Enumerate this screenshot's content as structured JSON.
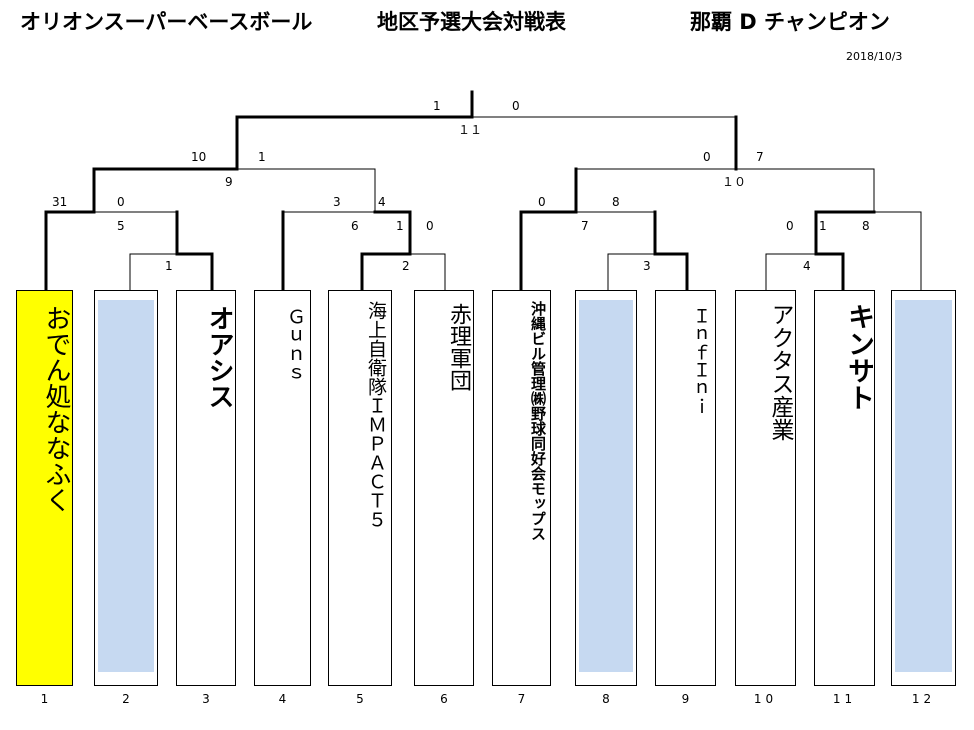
{
  "header": {
    "title": "オリオンスーパーベースボール",
    "subtitle": "地区予選大会対戦表",
    "champion": "那覇 D チャンピオン",
    "date": "2018/10/3"
  },
  "teams": [
    {
      "position": "1",
      "name": "おでん処ななふく",
      "winner": true
    },
    {
      "position": "2",
      "name": "",
      "bye": true
    },
    {
      "position": "3",
      "name": "オアシス"
    },
    {
      "position": "4",
      "name": "Ｇｕｎｓ"
    },
    {
      "position": "5",
      "name": "海上自衛隊ＩＭＰＡＣＴ５"
    },
    {
      "position": "6",
      "name": "赤理軍団"
    },
    {
      "position": "7",
      "name": "沖縄ビル管理㈱野球同好会モップス"
    },
    {
      "position": "8",
      "name": "",
      "bye": true
    },
    {
      "position": "9",
      "name": "ＩｎｆＩｎｉ"
    },
    {
      "position": "10",
      "name": "アクタス産業"
    },
    {
      "position": "11",
      "name": "キンサト"
    },
    {
      "position": "12",
      "name": "",
      "bye": true
    }
  ],
  "scores": {
    "final_left": "1",
    "final_right": "0",
    "final_game": "１１",
    "sf1_left": "10",
    "sf1_right": "1",
    "sf1_game": "9",
    "sf2_left": "0",
    "sf2_right": "7",
    "sf2_game": "１０",
    "qf1_left": "31",
    "qf1_right": "0",
    "qf1_game": "5",
    "r1a_game": "1",
    "qf2_left": "3",
    "qf2_right": "4",
    "r1b_left": "6",
    "r1b_right": "1",
    "r1b_game": "2",
    "r1b_score6": "0",
    "qf3_left": "0",
    "qf3_right": "8",
    "qf3_game": "7",
    "r1c_game": "3",
    "qf4_left": "0",
    "qf4_right": "1",
    "qf4_score12": "8",
    "r1d_game": "4"
  }
}
